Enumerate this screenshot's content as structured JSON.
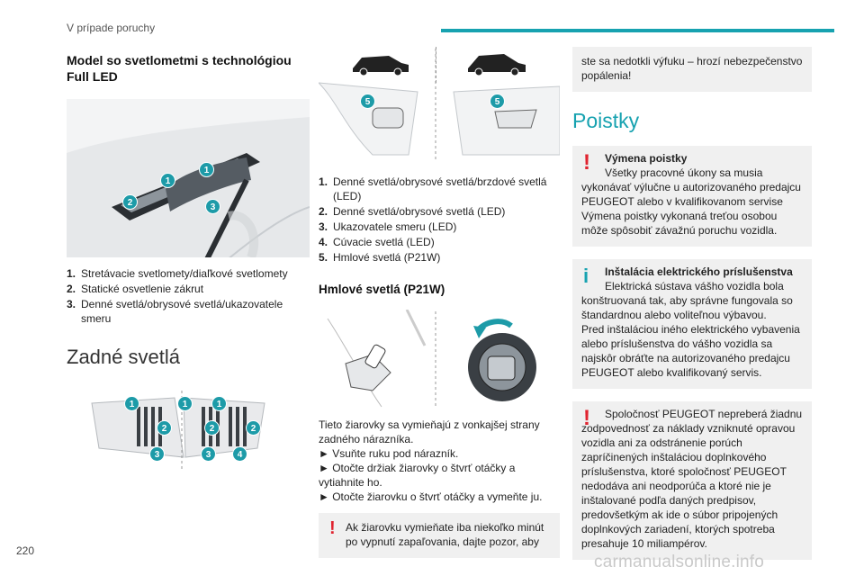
{
  "header": {
    "section": "V prípade poruchy",
    "accent": "#17a2b0"
  },
  "page_number": "220",
  "watermark": "carmanualsonline.info",
  "col1": {
    "title": "Model so svetlometmi s technológiou Full LED",
    "front_badges": [
      "1",
      "1",
      "2",
      "3"
    ],
    "front_list": [
      {
        "n": "1.",
        "text": "Stretávacie svetlomety/diaľkové svetlomety"
      },
      {
        "n": "2.",
        "text": "Statické osvetlenie zákrut"
      },
      {
        "n": "3.",
        "text": "Denné svetlá/obrysové svetlá/ukazovatele smeru"
      }
    ],
    "rear_title": "Zadné svetlá",
    "rear_badges": [
      "1",
      "1",
      "1",
      "2",
      "2",
      "2",
      "3",
      "3",
      "4"
    ]
  },
  "col2": {
    "fog_badges": [
      "5",
      "5"
    ],
    "rear_list": [
      {
        "n": "1.",
        "text": "Denné svetlá/obrysové svetlá/brzdové svetlá (LED)"
      },
      {
        "n": "2.",
        "text": "Denné svetlá/obrysové svetlá (LED)"
      },
      {
        "n": "3.",
        "text": "Ukazovatele smeru (LED)"
      },
      {
        "n": "4.",
        "text": "Cúvacie svetlá (LED)"
      },
      {
        "n": "5.",
        "text": "Hmlové svetlá (P21W)"
      }
    ],
    "fog_title": "Hmlové svetlá (P21W)",
    "fog_text": [
      "Tieto žiarovky sa vymieňajú z vonkajšej strany zadného nárazníka.",
      "► Vsuňte ruku pod nárazník.",
      "► Otočte držiak žiarovky o štvrť otáčky a vytiahnite ho.",
      "► Otočte žiarovku o štvrť otáčky a vymeňte ju."
    ],
    "warn_note": "Ak žiarovku vymieňate iba niekoľko minút po vypnutí zapaľovania, dajte pozor, aby"
  },
  "col3": {
    "continued": "ste sa nedotkli výfuku – hrozí nebezpečenstvo popálenia!",
    "title": "Poistky",
    "note1": {
      "title": "Výmena poistky",
      "text": "Všetky pracovné úkony sa musia vykonávať výlučne u autorizovaného predajcu PEUGEOT alebo v kvalifikovanom servise Výmena poistky vykonaná treťou osobou môže spôsobiť závažnú poruchu vozidla."
    },
    "note2": {
      "title": "Inštalácia elektrického príslušenstva",
      "text1": "Elektrická sústava vášho vozidla bola konštruovaná tak, aby správne fungovala so štandardnou alebo voliteľnou výbavou.",
      "text2": "Pred inštaláciou iného elektrického vybavenia alebo príslušenstva do vášho vozidla sa najskôr obráťte na autorizovaného predajcu PEUGEOT alebo kvalifikovaný servis."
    },
    "note3": {
      "text": "Spoločnosť PEUGEOT nepreberá žiadnu zodpovednosť za náklady vzniknuté opravou vozidla ani za odstránenie porúch zapríčinených inštaláciou doplnkového príslušenstva, ktoré spoločnosť PEUGEOT nedodáva ani neodporúča a ktoré nie je inštalované podľa daných predpisov, predovšetkým ak ide o súbor pripojených doplnkových zariadení, ktorých spotreba presahuje 10 miliampérov."
    }
  },
  "icons": {
    "warning": "warning-exclamation-icon",
    "info": "info-icon"
  }
}
